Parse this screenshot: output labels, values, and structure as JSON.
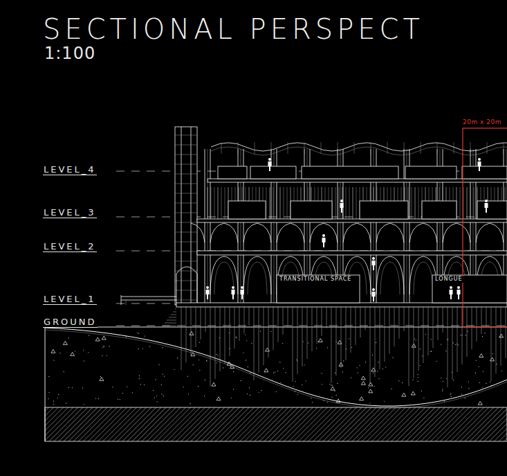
{
  "diagram": {
    "title": "SECTIONAL PERSPECT",
    "labels": [
      "1:100",
      "LEVEL_4",
      "LEVEL_3",
      "LEVEL_2",
      "LEVEL_1",
      "GROUND",
      "TRANSITIONAL SPACE",
      "LONGUE",
      "20m x 20m"
    ]
  }
}
